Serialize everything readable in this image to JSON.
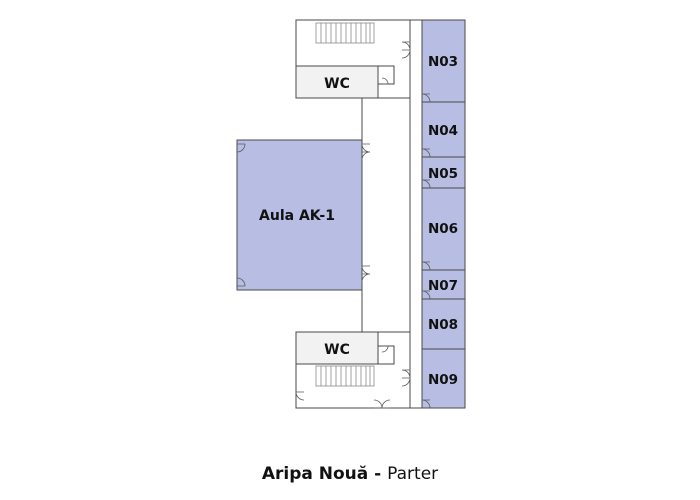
{
  "floor_plan": {
    "room_fill": "#b8bde3",
    "wall_color": "#4a4a4a",
    "wc_fill": "#f2f2f2",
    "rooms": {
      "n03": "N03",
      "n04": "N04",
      "n05": "N05",
      "n06": "N06",
      "n07": "N07",
      "n08": "N08",
      "n09": "N09",
      "aula": "Aula AK-1"
    },
    "wc_top": "WC",
    "wc_bottom": "WC"
  },
  "caption": {
    "wing": "Aripa Nouă",
    "separator": " - ",
    "floor": "Parter"
  }
}
